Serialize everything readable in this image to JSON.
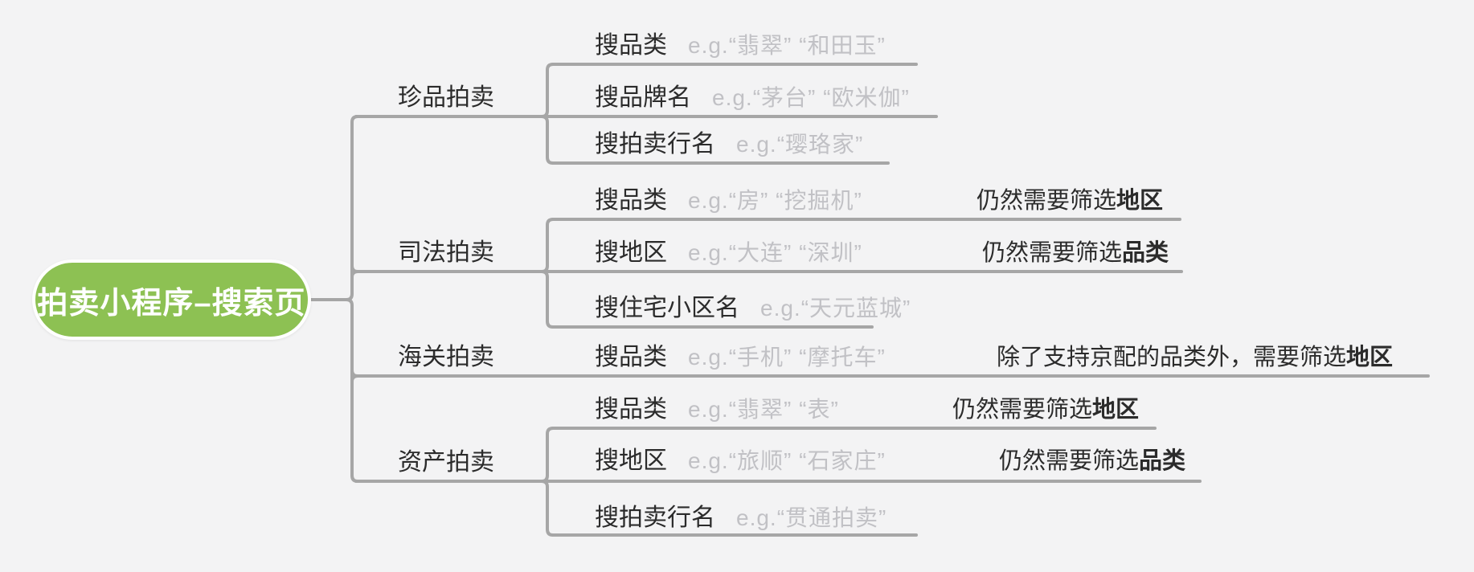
{
  "root": {
    "label": "拍卖小程序–搜索页"
  },
  "branches": [
    {
      "label": "珍品拍卖",
      "children": [
        {
          "label": "搜品类",
          "example": "e.g.“翡翠” “和田玉”"
        },
        {
          "label": "搜品牌名",
          "example": "e.g.“茅台” “欧米伽”"
        },
        {
          "label": "搜拍卖行名",
          "example": "e.g.“璎珞家”"
        }
      ]
    },
    {
      "label": "司法拍卖",
      "children": [
        {
          "label": "搜品类",
          "example": "e.g.“房” “挖掘机”",
          "note": "仍然需要筛选",
          "note_bold": "地区"
        },
        {
          "label": "搜地区",
          "example": "e.g.“大连” “深圳”",
          "note": "仍然需要筛选",
          "note_bold": "品类"
        },
        {
          "label": "搜住宅小区名",
          "example": "e.g.“天元蓝城”"
        }
      ]
    },
    {
      "label": "海关拍卖",
      "children": [
        {
          "label": "搜品类",
          "example": "e.g.“手机” “摩托车”",
          "note": "除了支持京配的品类外，需要筛选",
          "note_bold": "地区"
        }
      ]
    },
    {
      "label": "资产拍卖",
      "children": [
        {
          "label": "搜品类",
          "example": "e.g.“翡翠” “表”",
          "note": "仍然需要筛选",
          "note_bold": "地区"
        },
        {
          "label": "搜地区",
          "example": "e.g.“旅顺” “石家庄”",
          "note": "仍然需要筛选",
          "note_bold": "品类"
        },
        {
          "label": "搜拍卖行名",
          "example": "e.g.“贯通拍卖”"
        }
      ]
    }
  ],
  "colors": {
    "background": "#f3f3f4",
    "line": "#a6a6a6",
    "text": "#2b2b2b",
    "muted": "#c1c1c5",
    "root_fill": "#8dc153",
    "root_text": "#ffffff"
  }
}
